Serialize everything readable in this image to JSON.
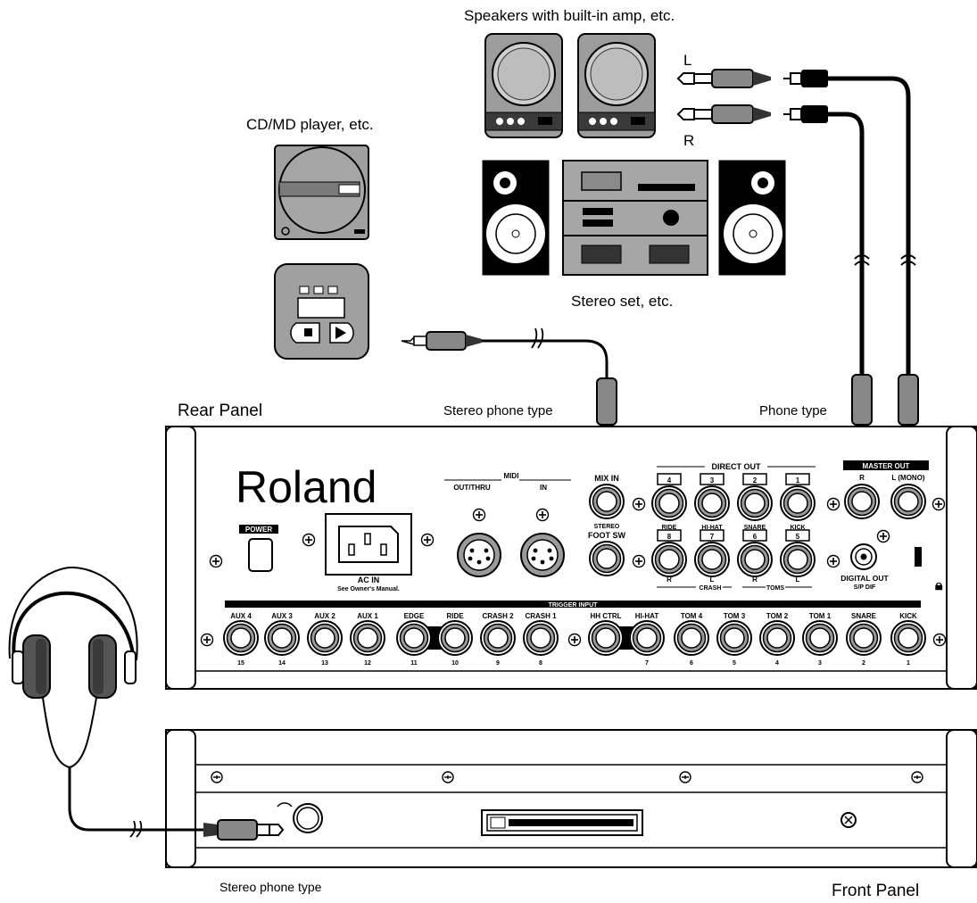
{
  "labels": {
    "speakers": "Speakers with built-in amp, etc.",
    "cd_player": "CD/MD player, etc.",
    "stereo_set": "Stereo set, etc.",
    "rear_panel": "Rear Panel",
    "front_panel": "Front Panel",
    "stereo_phone_top": "Stereo phone type",
    "phone_type": "Phone type",
    "stereo_phone_bottom": "Stereo phone type",
    "left": "L",
    "right": "R"
  },
  "rear_panel": {
    "brand": "Roland",
    "power": "POWER",
    "ac_in": "AC IN",
    "ac_note": "See Owner's Manual.",
    "midi": "MIDI",
    "midi_out": "OUT/THRU",
    "midi_in": "IN",
    "mix_in": "MIX IN",
    "mix_in_sub": "STEREO",
    "foot_sw": "FOOT SW",
    "direct_out": "DIRECT OUT",
    "direct_top": [
      {
        "num": "4",
        "name": "RIDE"
      },
      {
        "num": "3",
        "name": "HI-HAT"
      },
      {
        "num": "2",
        "name": "SNARE"
      },
      {
        "num": "1",
        "name": "KICK"
      }
    ],
    "direct_bottom": [
      {
        "num": "8",
        "side": "R"
      },
      {
        "num": "7",
        "side": "L"
      },
      {
        "num": "6",
        "side": "R"
      },
      {
        "num": "5",
        "side": "L"
      }
    ],
    "crash": "CRASH",
    "toms": "TOMS",
    "master_out": "MASTER OUT",
    "master_r": "R",
    "master_l": "L (MONO)",
    "digital_out": "DIGITAL OUT",
    "digital_sub": "S/P DIF",
    "trigger_input": "TRIGGER INPUT",
    "triggers": [
      {
        "name": "AUX 4",
        "num": "15"
      },
      {
        "name": "AUX 3",
        "num": "14"
      },
      {
        "name": "AUX 2",
        "num": "13"
      },
      {
        "name": "AUX 1",
        "num": "12"
      },
      {
        "name": "EDGE",
        "num": "11"
      },
      {
        "name": "RIDE",
        "num": "10"
      },
      {
        "name": "CRASH 2",
        "num": "9"
      },
      {
        "name": "CRASH 1",
        "num": "8"
      },
      {
        "name": "HH CTRL",
        "num": ""
      },
      {
        "name": "HI-HAT",
        "num": "7"
      },
      {
        "name": "TOM 4",
        "num": "6"
      },
      {
        "name": "TOM 3",
        "num": "5"
      },
      {
        "name": "TOM 2",
        "num": "4"
      },
      {
        "name": "TOM 1",
        "num": "3"
      },
      {
        "name": "SNARE",
        "num": "2"
      },
      {
        "name": "KICK",
        "num": "1"
      }
    ]
  }
}
